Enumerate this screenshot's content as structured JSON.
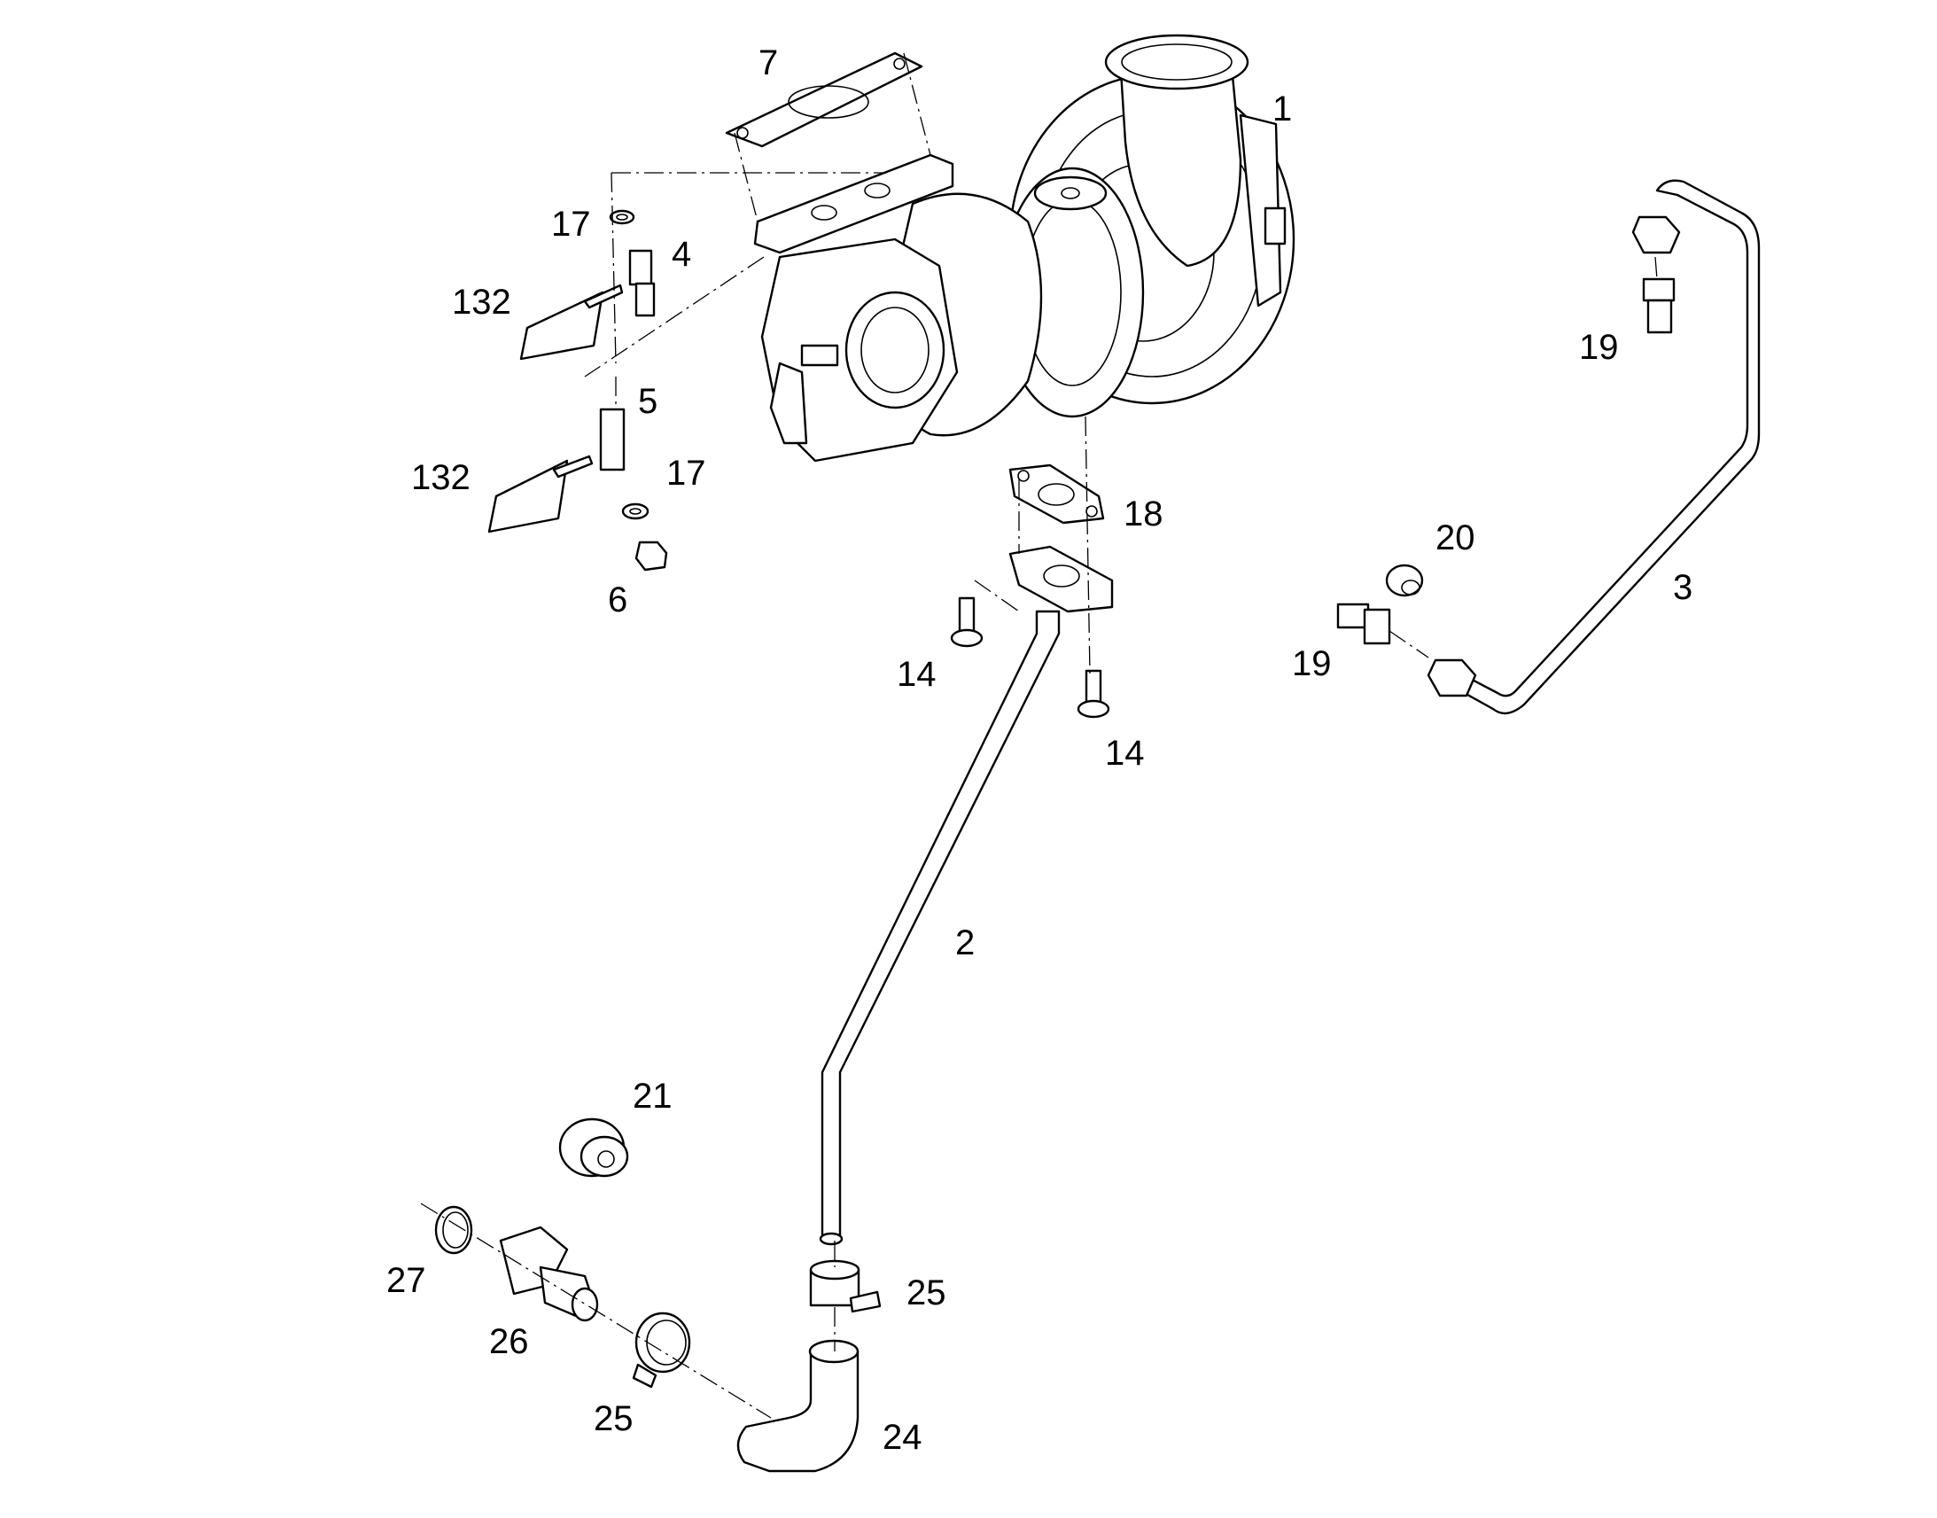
{
  "colors": {
    "line": "#000000",
    "background": "#ffffff"
  },
  "callouts": [
    {
      "id": "c1",
      "text": "1"
    },
    {
      "id": "c7",
      "text": "7"
    },
    {
      "id": "c17a",
      "text": "17"
    },
    {
      "id": "c4",
      "text": "4"
    },
    {
      "id": "c132a",
      "text": "132"
    },
    {
      "id": "c5",
      "text": "5"
    },
    {
      "id": "c132b",
      "text": "132"
    },
    {
      "id": "c17b",
      "text": "17"
    },
    {
      "id": "c6",
      "text": "6"
    },
    {
      "id": "c18",
      "text": "18"
    },
    {
      "id": "c14a",
      "text": "14"
    },
    {
      "id": "c14b",
      "text": "14"
    },
    {
      "id": "c2",
      "text": "2"
    },
    {
      "id": "c19a",
      "text": "19"
    },
    {
      "id": "c20",
      "text": "20"
    },
    {
      "id": "c3",
      "text": "3"
    },
    {
      "id": "c19b",
      "text": "19"
    },
    {
      "id": "c21",
      "text": "21"
    },
    {
      "id": "c27",
      "text": "27"
    },
    {
      "id": "c26",
      "text": "26"
    },
    {
      "id": "c25a",
      "text": "25"
    },
    {
      "id": "c25b",
      "text": "25"
    },
    {
      "id": "c24",
      "text": "24"
    }
  ]
}
